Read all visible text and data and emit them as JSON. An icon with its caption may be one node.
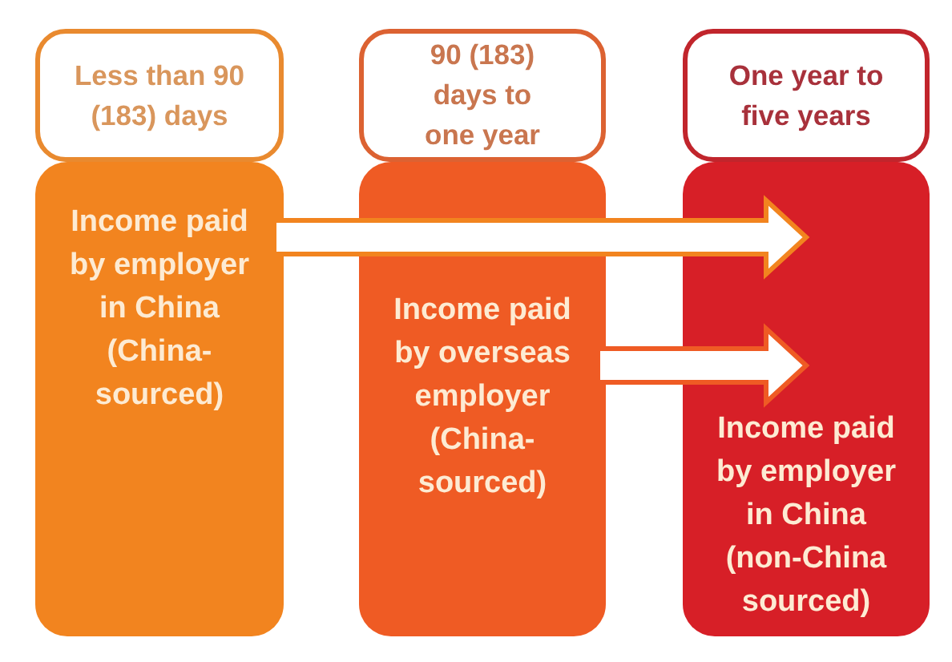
{
  "diagram": {
    "nodes": [
      {
        "text": [
          "Less than 90 (183) days"
        ]
      },
      {
        "text": [
          "90 (183) days to one year"
        ]
      },
      {
        "text": [
          "One year to five years"
        ]
      },
      {
        "text": [
          "Income paid by employer in China (China-sourced)"
        ]
      },
      {
        "text": [
          "Income paid by overseas employer (China-sourced)"
        ]
      },
      {
        "text": [
          "Income paid by employer in China (non-China sourced)"
        ]
      }
    ],
    "edges": [
      {
        "from": 3,
        "to": 5,
        "arrow": "to"
      },
      {
        "from": 4,
        "to": 5,
        "arrow": "to"
      }
    ]
  }
}
